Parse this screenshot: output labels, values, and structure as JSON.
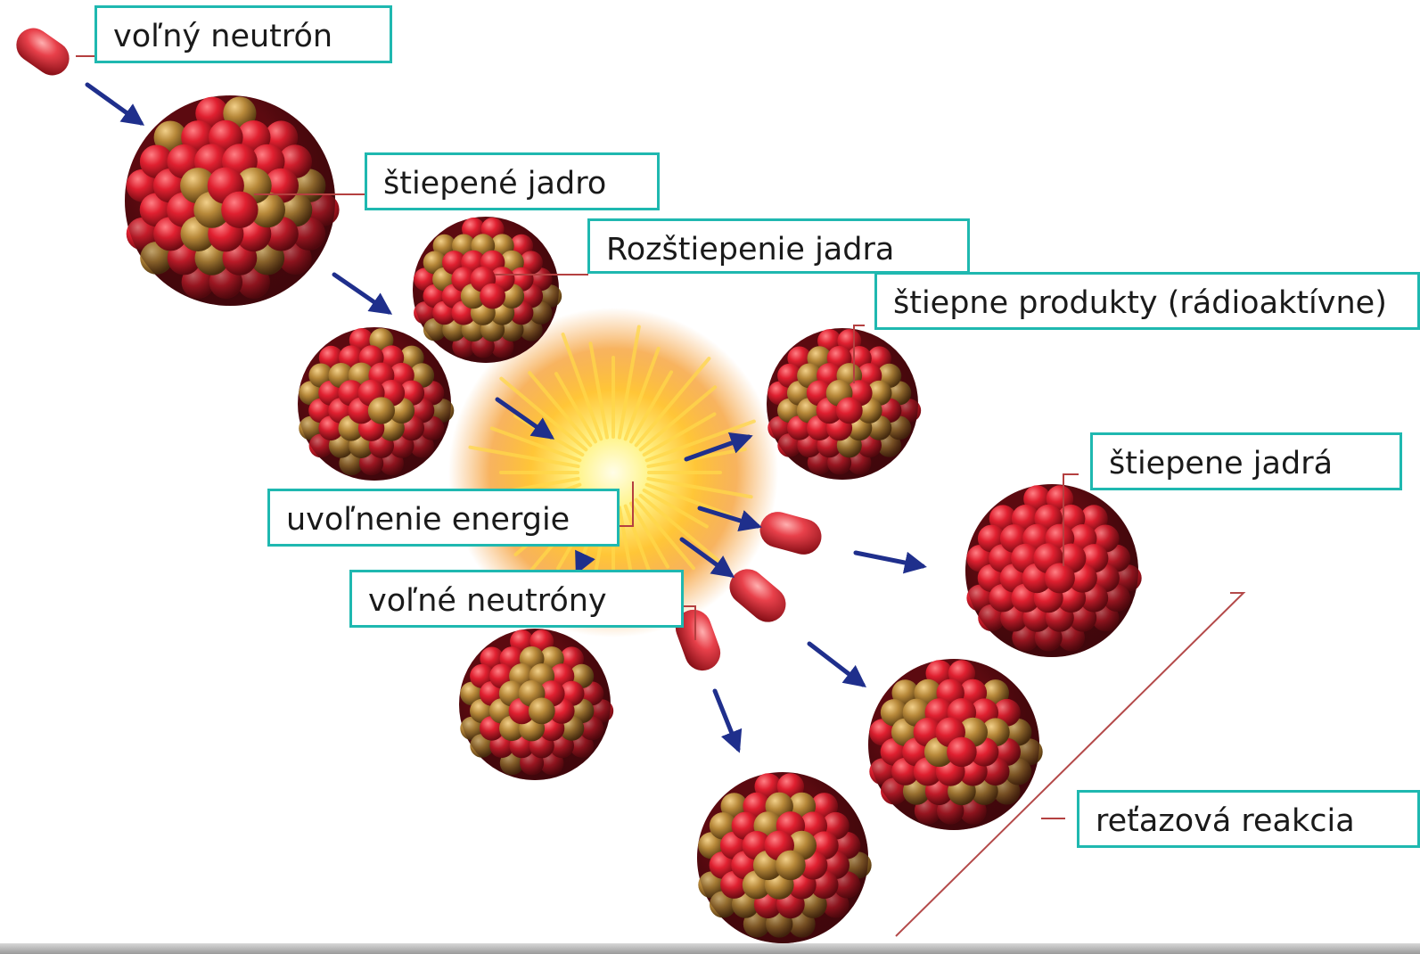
{
  "labels": {
    "free_neutron": "voľný neutrón",
    "fissile_nucleus": "štiepené jadro",
    "nucleus_split": "Rozštiepenie jadra",
    "fission_products": "štiepne produkty (rádioaktívne)",
    "split_nuclei": "štiepene jadrá",
    "energy_release": "uvoľnenie energie",
    "free_neutrons": "voľné neutróny",
    "chain_reaction": "reťazová reakcia"
  },
  "colors": {
    "label_border": "#1fb8b0",
    "arrow": "#1f2f8c",
    "leader_line": "#b44040",
    "proton": "#d4202c",
    "neutron_particle": "#b8893a",
    "explosion_core": "#fff6a0",
    "explosion_outer": "#f08a1c"
  }
}
